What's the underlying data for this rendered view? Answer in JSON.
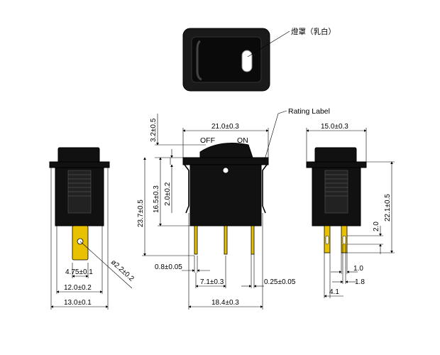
{
  "labels": {
    "lamp_cover": "燈罩（乳白）",
    "rating_label": "Rating Label",
    "off": "OFF",
    "on": "ON"
  },
  "dimensions": {
    "d_21_0": "21.0±0.3",
    "d_3_2": "3.2±0.5",
    "d_23_7": "23.7±0.5",
    "d_16_5": "16.5±0.3",
    "d_2_0_left": "2.0±0.2",
    "d_0_8": "0.8±0.05",
    "d_7_1": "7.1±0.3",
    "d_0_25": "0.25±0.05",
    "d_18_4": "18.4±0.3",
    "d_4_75": "4.75±0.1",
    "d_2_2": "ø2.2±0.2",
    "d_12_0": "12.0±0.2",
    "d_13_0": "13.0±0.1",
    "d_15_0": "15.0±0.3",
    "d_22_1": "22.1±0.5",
    "d_2_0_right": "2.0",
    "d_1_0": "1.0",
    "d_1_8": "1.8",
    "d_4_1": "4.1"
  },
  "colors": {
    "body": "#111111",
    "terminal": "#e8c200",
    "lens": "#ffffff"
  }
}
